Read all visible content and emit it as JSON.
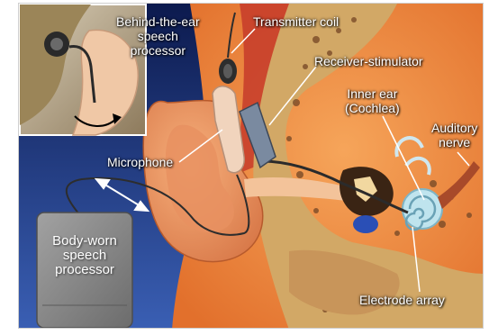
{
  "labels": {
    "bte_processor": "Behind-the-ear\nspeech\nprocessor",
    "transmitter_coil": "Transmitter coil",
    "receiver_stimulator": "Receiver-stimulator",
    "inner_ear": "Inner ear\n(Cochlea)",
    "auditory_nerve": "Auditory\nnerve",
    "microphone": "Microphone",
    "body_worn_processor": "Body-worn\nspeech\nprocessor",
    "electrode_array": "Electrode array"
  },
  "colors": {
    "background_blue": "#1c2f6e",
    "tissue_orange": "#ef8a3e",
    "bone": "#c69c5e",
    "cochlea": "#bfe4ee",
    "processor_box": "#8a8a8a",
    "label_text": "#ffffff"
  },
  "icons": [
    "ear-illustration",
    "cochlea-icon",
    "processor-device",
    "transmitter-coil-icon",
    "inset-photo"
  ]
}
